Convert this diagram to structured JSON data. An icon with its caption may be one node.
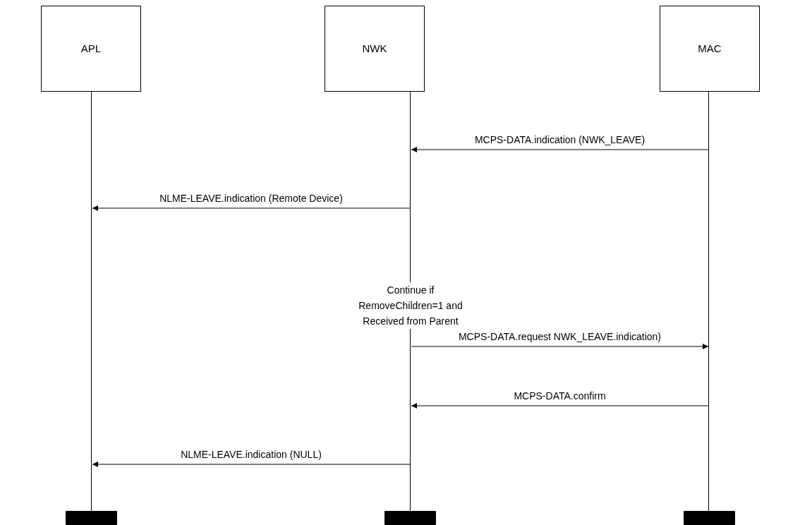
{
  "diagram": {
    "nodes": [
      {
        "text": [
          "APL"
        ]
      },
      {
        "text": [
          "NWK"
        ]
      },
      {
        "text": [
          "MAC"
        ]
      },
      {
        "text": [],
        "shape": "line"
      },
      {
        "text": [],
        "shape": "line"
      },
      {
        "text": [],
        "shape": "line"
      },
      {
        "text": [],
        "shape": "bar"
      },
      {
        "text": [],
        "shape": "bar"
      },
      {
        "text": [],
        "shape": "bar"
      }
    ],
    "edges": [
      {
        "from": 5,
        "to": 4,
        "arrow": "to",
        "label": "MCPS-DATA.indication (NWK_LEAVE)"
      },
      {
        "from": 4,
        "to": 3,
        "arrow": "to",
        "label": "NLME-LEAVE.indication (Remote Device)"
      },
      {
        "from": 4,
        "to": 5,
        "arrow": "to",
        "label": "MCPS-DATA.request NWK_LEAVE.indication)"
      },
      {
        "from": 5,
        "to": 4,
        "arrow": "to",
        "label": "MCPS-DATA.confirm"
      },
      {
        "from": 4,
        "to": 3,
        "arrow": "to",
        "label": "NLME-LEAVE.indication (NULL)"
      }
    ],
    "labels": [
      "Continue if RemoveChildren=1 and Received from Parent"
    ]
  }
}
